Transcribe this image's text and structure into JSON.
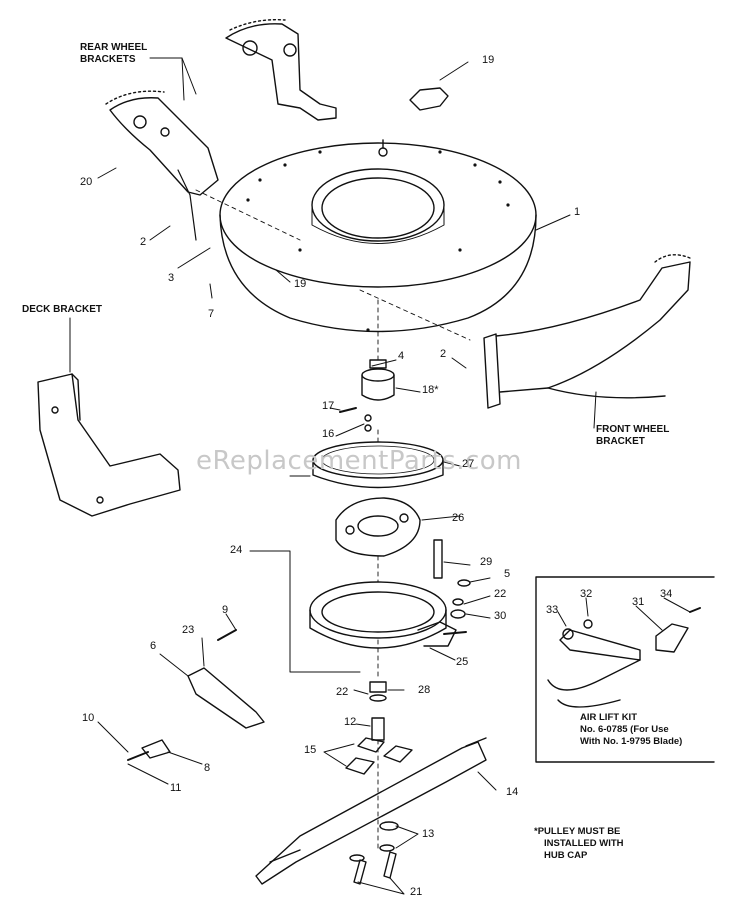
{
  "labels": {
    "rear_wheel_brackets_1": "REAR WHEEL",
    "rear_wheel_brackets_2": "BRACKETS",
    "deck_bracket": "DECK BRACKET",
    "front_wheel_bracket_1": "FRONT WHEEL",
    "front_wheel_bracket_2": "BRACKET",
    "air_lift_kit_1": "AIR LIFT KIT",
    "air_lift_kit_2": "No. 6-0785 (For Use",
    "air_lift_kit_3": "With No. 1-9795 Blade)",
    "pulley_note_1": "*PULLEY MUST BE",
    "pulley_note_2": "INSTALLED WITH",
    "pulley_note_3": "HUB CAP"
  },
  "watermark": "eReplacementParts.com",
  "parts": {
    "p1": "1",
    "p2a": "2",
    "p2b": "2",
    "p3": "3",
    "p4": "4",
    "p5": "5",
    "p6": "6",
    "p7": "7",
    "p8": "8",
    "p9": "9",
    "p10": "10",
    "p11": "11",
    "p12": "12",
    "p13": "13",
    "p14": "14",
    "p15": "15",
    "p16": "16",
    "p17": "17",
    "p18": "18*",
    "p19a": "19",
    "p19b": "19",
    "p20": "20",
    "p21": "21",
    "p22a": "22",
    "p22b": "22",
    "p23": "23",
    "p24": "24",
    "p25": "25",
    "p26": "26",
    "p27": "27",
    "p28": "28",
    "p29": "29",
    "p30": "30",
    "p31": "31",
    "p32": "32",
    "p33": "33",
    "p34": "34"
  }
}
